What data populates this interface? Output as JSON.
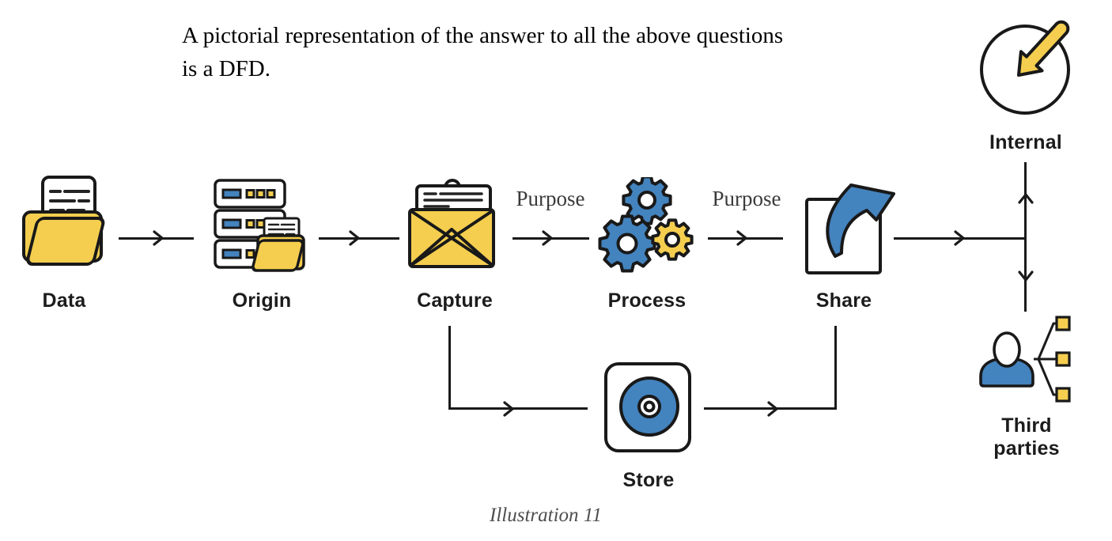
{
  "document": {
    "intro_text": "A pictorial representation of the answer to all the above questions is a DFD.",
    "caption": "Illustration 11"
  },
  "diagram": {
    "nodes": {
      "data": {
        "label": "Data",
        "icon": "folder-with-documents-icon"
      },
      "origin": {
        "label": "Origin",
        "icon": "server-stack-with-folder-icon"
      },
      "capture": {
        "label": "Capture",
        "icon": "envelope-with-document-icon"
      },
      "process": {
        "label": "Process",
        "icon": "gears-icon"
      },
      "share": {
        "label": "Share",
        "icon": "box-with-curved-arrow-icon"
      },
      "store": {
        "label": "Store",
        "icon": "disc-icon"
      },
      "internal": {
        "label": "Internal",
        "icon": "circle-with-inward-arrow-icon"
      },
      "third_parties": {
        "label": "Third parties",
        "label_line1": "Third",
        "label_line2": "parties",
        "icon": "person-with-network-icon"
      }
    },
    "edge_labels": {
      "capture_to_process": "Purpose",
      "process_to_share": "Purpose"
    },
    "edges": [
      "data -> origin",
      "origin -> capture",
      "capture -> process (Purpose)",
      "process -> share (Purpose)",
      "share -> junction",
      "junction -> internal",
      "junction -> third_parties",
      "capture -> store",
      "store -> share"
    ],
    "colors": {
      "accent_yellow": "#F5CE4F",
      "accent_blue": "#4383BE",
      "outline": "#191919",
      "line": "#1A1A1A"
    }
  }
}
